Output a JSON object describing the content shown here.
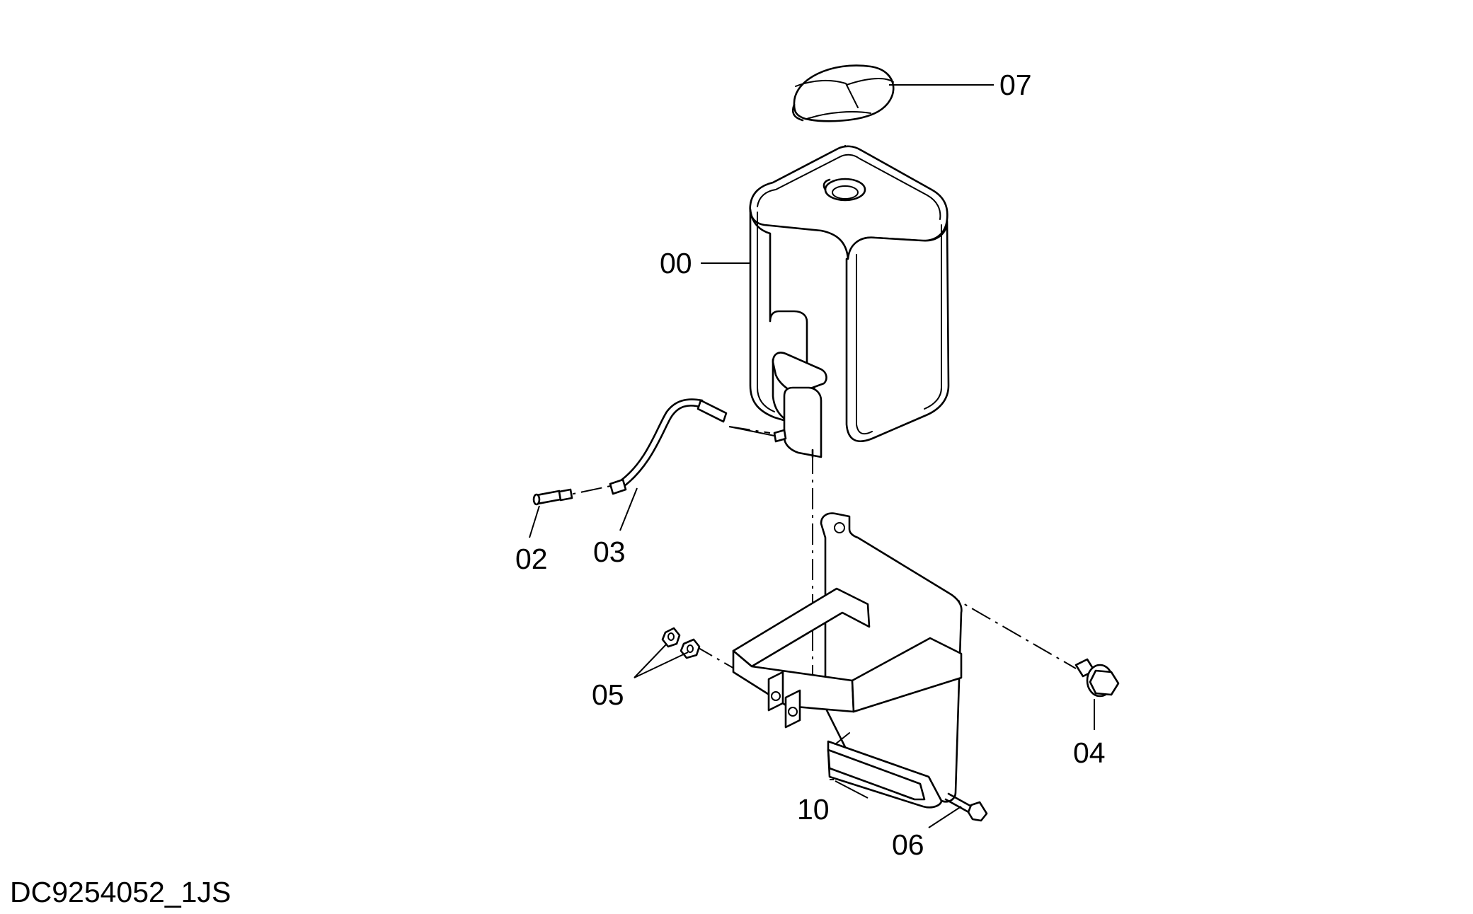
{
  "document_code": "DC9254052_1JS",
  "callouts": [
    {
      "id": "00",
      "text": "00"
    },
    {
      "id": "02",
      "text": "02"
    },
    {
      "id": "03",
      "text": "03"
    },
    {
      "id": "04",
      "text": "04"
    },
    {
      "id": "05",
      "text": "05"
    },
    {
      "id": "06",
      "text": "06"
    },
    {
      "id": "07",
      "text": "07"
    },
    {
      "id": "10",
      "text": "10"
    }
  ]
}
